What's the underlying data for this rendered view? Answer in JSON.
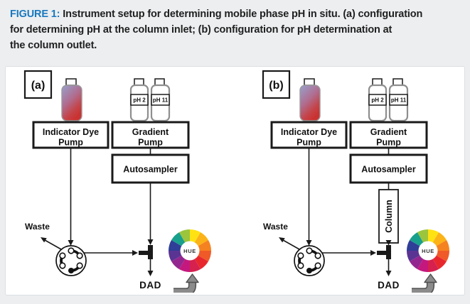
{
  "caption": {
    "label": "FIGURE 1:",
    "line1": "Instrument setup for determining mobile phase pH in situ. (a) configuration",
    "line2": "for determining pH at the column inlet; (b) configuration for pH determination at",
    "line3": "the column outlet."
  },
  "diagram": {
    "panel_a_tag": "(a)",
    "panel_b_tag": "(b)",
    "indicator_pump_line1": "Indicator Dye",
    "indicator_pump_line2": "Pump",
    "gradient_pump_line1": "Gradient",
    "gradient_pump_line2": "Pump",
    "autosampler": "Autosampler",
    "column": "Column",
    "waste": "Waste",
    "dad": "DAD",
    "bottle_ph2": "pH 2",
    "bottle_ph11": "pH 11"
  },
  "hue_wheel": {
    "label": "HUE",
    "segment_colors": [
      "#FFE212",
      "#FBB317",
      "#F58220",
      "#F05A28",
      "#E8272D",
      "#D6204E",
      "#C4187F",
      "#93278F",
      "#5A3493",
      "#2F3E97",
      "#18A08C",
      "#9BC53D"
    ]
  },
  "colors": {
    "caption_label": "#1878BE",
    "caption_text": "#1F1F1F",
    "page_bg": "#ECEEF0",
    "panel_border": "#DCDFE2",
    "line_black": "#1A1A1A",
    "bottle_outline": "#8E8E8E",
    "dye_top": "#97A2CE",
    "dye_mid": "#B06C8E",
    "dye_lower": "#C44449",
    "dye_bottom": "#CA3231",
    "gray_arrow": "#8B8B8B",
    "gray_arrow_outline": "#4F4F4F"
  }
}
